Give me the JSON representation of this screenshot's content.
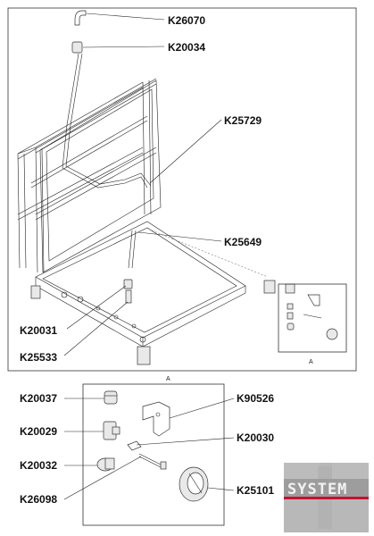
{
  "upper_labels": [
    "K26070",
    "K20034",
    "K25729",
    "K25649",
    "K20031",
    "K25533"
  ],
  "detail_marker_upper": "A",
  "detail_marker_lower": "A",
  "lower_labels": [
    "K20037",
    "K90526",
    "K20029",
    "K20030",
    "K20032",
    "K26098",
    "K25101"
  ],
  "logo": {
    "text": "SYSTEM",
    "accent": "#c8102e",
    "base": "#9a9a9a"
  }
}
